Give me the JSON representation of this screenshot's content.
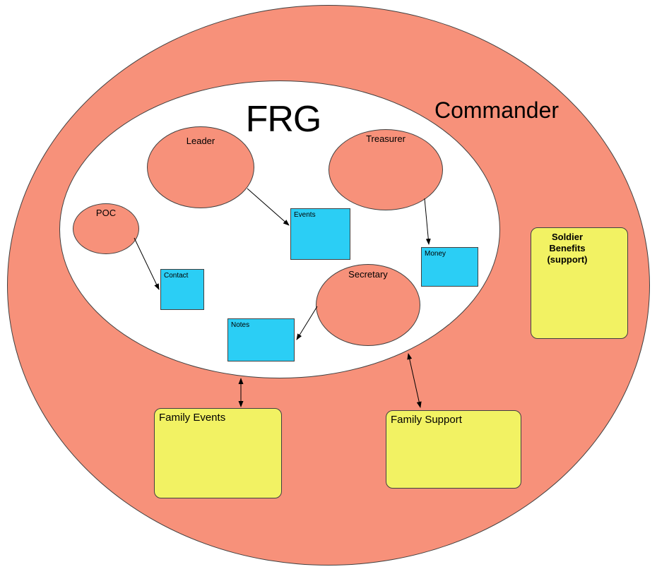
{
  "diagram": {
    "type": "venn-org-diagram",
    "outer": {
      "label": "Commander"
    },
    "inner": {
      "label": "FRG"
    },
    "roles": {
      "leader": {
        "label": "Leader"
      },
      "treasurer": {
        "label": "Treasurer"
      },
      "poc": {
        "label": "POC"
      },
      "secretary": {
        "label": "Secretary"
      }
    },
    "artifacts": {
      "events": {
        "label": "Events"
      },
      "money": {
        "label": "Money"
      },
      "contact": {
        "label": "Contact"
      },
      "notes": {
        "label": "Notes"
      }
    },
    "programs": {
      "soldier_benefits": {
        "line1": "Soldier Benefits",
        "line2": "(support)"
      },
      "family_events": {
        "label": "Family Events"
      },
      "family_support": {
        "label": "Family Support"
      }
    },
    "connections": [
      {
        "from": "Leader",
        "to": "Events",
        "style": "single-arrow"
      },
      {
        "from": "Treasurer",
        "to": "Money",
        "style": "single-arrow"
      },
      {
        "from": "POC",
        "to": "Contact",
        "style": "single-arrow"
      },
      {
        "from": "Secretary",
        "to": "Notes",
        "style": "single-arrow"
      },
      {
        "from": "FRG",
        "to": "Family Events",
        "style": "double-arrow"
      },
      {
        "from": "FRG",
        "to": "Family Support",
        "style": "double-arrow"
      }
    ],
    "colors": {
      "salmon": "#F7917A",
      "cyan": "#2BCEF5",
      "yellow": "#F2F263",
      "shape_border": "#404040",
      "arrow": "#000000",
      "text": "#000000",
      "background": "#FFFFFF"
    }
  }
}
